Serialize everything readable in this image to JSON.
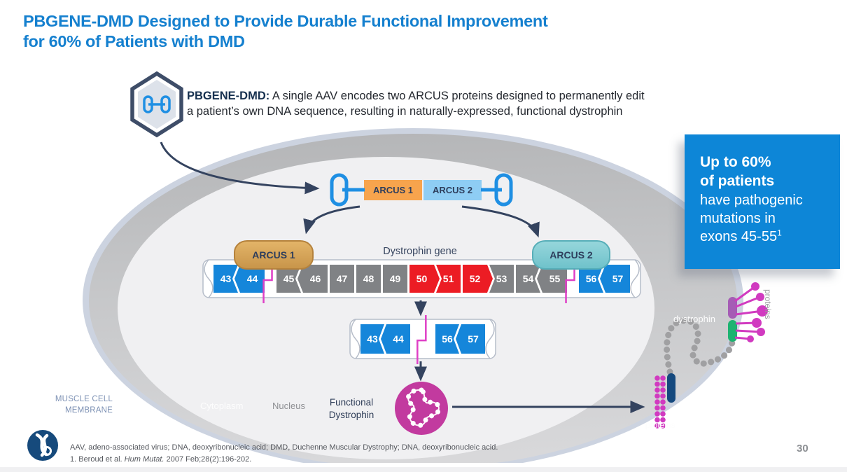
{
  "title": {
    "line1": "PBGENE-DMD Designed to Provide Durable Functional Improvement",
    "line2": "for 60% of Patients with DMD"
  },
  "intro": {
    "bold": "PBGENE-DMD:",
    "line1": " A single AAV encodes two ARCUS proteins designed to permanently edit",
    "line2": "a patient’s own DNA sequence, resulting in naturally-expressed, functional dystrophin"
  },
  "construct": {
    "arcus1": "ARCUS 1",
    "arcus2": "ARCUS 2"
  },
  "gene": {
    "label": "Dystrophin gene",
    "exons": [
      {
        "num": "43",
        "color": "#1586da",
        "l": 0,
        "r": -1
      },
      {
        "num": "44",
        "color": "#1586da",
        "l": -1,
        "r": 0,
        "gap_after": true,
        "cut_after": true
      },
      {
        "num": "45",
        "color": "#808285",
        "l": 0,
        "r": -1
      },
      {
        "num": "46",
        "color": "#808285",
        "l": -1,
        "r": 0
      },
      {
        "num": "47",
        "color": "#808285",
        "l": 0,
        "r": 0
      },
      {
        "num": "48",
        "color": "#808285",
        "l": 0,
        "r": 0
      },
      {
        "num": "49",
        "color": "#808285",
        "l": 0,
        "r": 0
      },
      {
        "num": "50",
        "color": "#ec1c24",
        "l": 0,
        "r": 1
      },
      {
        "num": "51",
        "color": "#ec1c24",
        "l": 1,
        "r": 0
      },
      {
        "num": "52",
        "color": "#ec1c24",
        "l": 0,
        "r": 1
      },
      {
        "num": "53",
        "color": "#808285",
        "l": 1,
        "r": 0
      },
      {
        "num": "54",
        "color": "#808285",
        "l": 0,
        "r": -1
      },
      {
        "num": "55",
        "color": "#808285",
        "l": -1,
        "r": 0,
        "gap_after": true,
        "cut_after": true
      },
      {
        "num": "56",
        "color": "#1586da",
        "l": 0,
        "r": -1
      },
      {
        "num": "57",
        "color": "#1586da",
        "l": -1,
        "r": 0
      }
    ],
    "edited_exons": [
      {
        "num": "43",
        "color": "#1586da",
        "l": 0,
        "r": -1
      },
      {
        "num": "44",
        "color": "#1586da",
        "l": -1,
        "r": 0,
        "gap_after": true,
        "cut_after": true
      },
      {
        "num": "56",
        "color": "#1586da",
        "l": 0,
        "r": -1
      },
      {
        "num": "57",
        "color": "#1586da",
        "l": -1,
        "r": 0
      }
    ]
  },
  "blobs": {
    "arcus1": "ARCUS 1",
    "arcus2": "ARCUS 2"
  },
  "cell": {
    "membrane_line1": "MUSCLE CELL",
    "membrane_line2": "MEMBRANE",
    "cytoplasm": "Cytoplasm",
    "nucleus": "Nucleus"
  },
  "result": {
    "label_line1": "Functional",
    "label_line2": "Dystrophin"
  },
  "membrane_graphic": {
    "dystrophin": "dystrophin",
    "proteins_side": "proteins",
    "proteins_bottom": "proteins"
  },
  "callout": {
    "bold1": "Up to 60%",
    "bold2": "of patients",
    "line3": "have pathogenic",
    "line4": "mutations in",
    "line5": "exons 45-55",
    "sup": "1"
  },
  "footer": {
    "abbrev": "AAV, adeno-associated virus; DNA, deoxyribonucleic acid; DMD, Duchenne Muscular Dystrophy; DNA, deoxyribonucleic acid.",
    "ref_pre": "1. Beroud et al. ",
    "ref_italic": "Hum Mutat.",
    "ref_post": " 2007 Feb;28(2):196-202.",
    "page": "30"
  },
  "colors": {
    "title_blue": "#1580cf",
    "accent_blue": "#0d86d7",
    "navy": "#34435f",
    "magenta_cut": "#df3fc6",
    "dystrophin_circle": "#c23a9f"
  }
}
